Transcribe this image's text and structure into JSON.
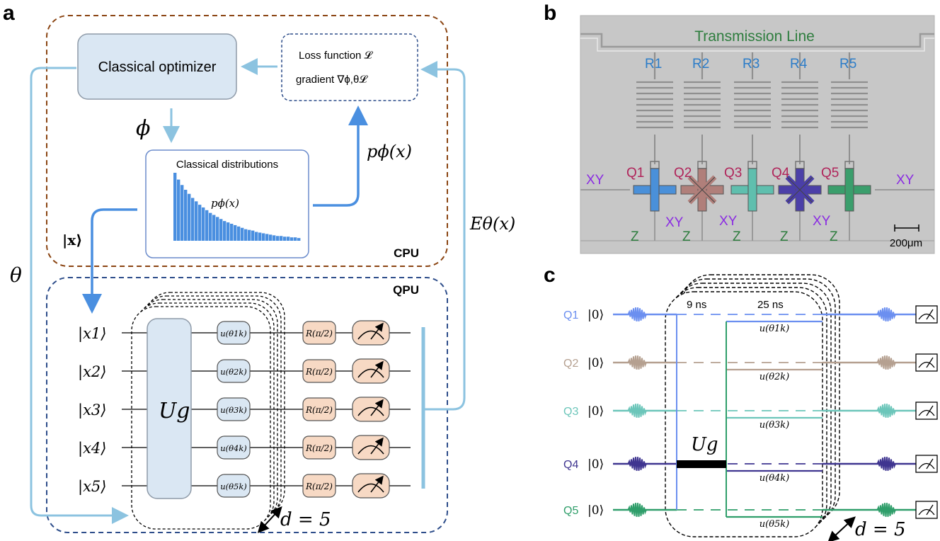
{
  "panels": {
    "a": "a",
    "b": "b",
    "c": "c"
  },
  "panel_a": {
    "cpu_label": "CPU",
    "qpu_label": "QPU",
    "optimizer_label": "Classical optimizer",
    "loss_line1": "Loss function 𝓛",
    "loss_line2": "gradient ∇ϕ,θ𝓛",
    "phi": "ϕ",
    "theta": "θ",
    "distributions_title": "Classical distributions",
    "p_phi_inner": "pϕ(x)",
    "p_phi_arrow": "pϕ(x)",
    "ket_x": "|x⟩",
    "energy": "Eθ(x)",
    "ug": "Ug",
    "depth": "d = 5",
    "inputs": [
      "|x1⟩",
      "|x2⟩",
      "|x3⟩",
      "|x4⟩",
      "|x5⟩"
    ],
    "u_gates": [
      "u(θ1k)",
      "u(θ2k)",
      "u(θ3k)",
      "u(θ4k)",
      "u(θ5k)"
    ],
    "r_gates": [
      "R(π/2)",
      "R(π/2)",
      "R(π/2)",
      "R(π/2)",
      "R(π/2)"
    ],
    "bars": [
      1.0,
      0.9,
      0.82,
      0.75,
      0.69,
      0.63,
      0.58,
      0.53,
      0.49,
      0.45,
      0.41,
      0.38,
      0.35,
      0.32,
      0.29,
      0.27,
      0.25,
      0.23,
      0.21,
      0.19,
      0.17,
      0.16,
      0.15,
      0.13,
      0.12,
      0.11,
      0.1,
      0.09,
      0.08,
      0.07,
      0.07,
      0.06,
      0.06,
      0.05,
      0.05,
      0.04
    ]
  },
  "panel_b": {
    "transmission_line": "Transmission Line",
    "resonators": [
      "R1",
      "R2",
      "R3",
      "R4",
      "R5"
    ],
    "qubits": [
      "Q1",
      "Q2",
      "Q3",
      "Q4",
      "Q5"
    ],
    "xy_labels": [
      "XY",
      "XY",
      "XY",
      "XY",
      "XY"
    ],
    "z_labels": [
      "Z",
      "Z",
      "Z",
      "Z",
      "Z"
    ],
    "scale": "200μm",
    "qubit_colors": [
      "#4a90d9",
      "#b07f7a",
      "#5fbfae",
      "#4b3fa8",
      "#3a9e6c"
    ]
  },
  "panel_c": {
    "qubits": [
      "Q1",
      "Q2",
      "Q3",
      "Q4",
      "Q5"
    ],
    "ket0": [
      "|0⟩",
      "|0⟩",
      "|0⟩",
      "|0⟩",
      "|0⟩"
    ],
    "t1": "9 ns",
    "t2": "25 ns",
    "ug": "Ug",
    "u_labels": [
      "u(θ1k)",
      "u(θ2k)",
      "u(θ3k)",
      "u(θ4k)",
      "u(θ5k)"
    ],
    "depth": "d = 5",
    "colors": [
      "#6b8ff0",
      "#b5a090",
      "#6cc6ba",
      "#3f3590",
      "#2f9e6a"
    ]
  }
}
